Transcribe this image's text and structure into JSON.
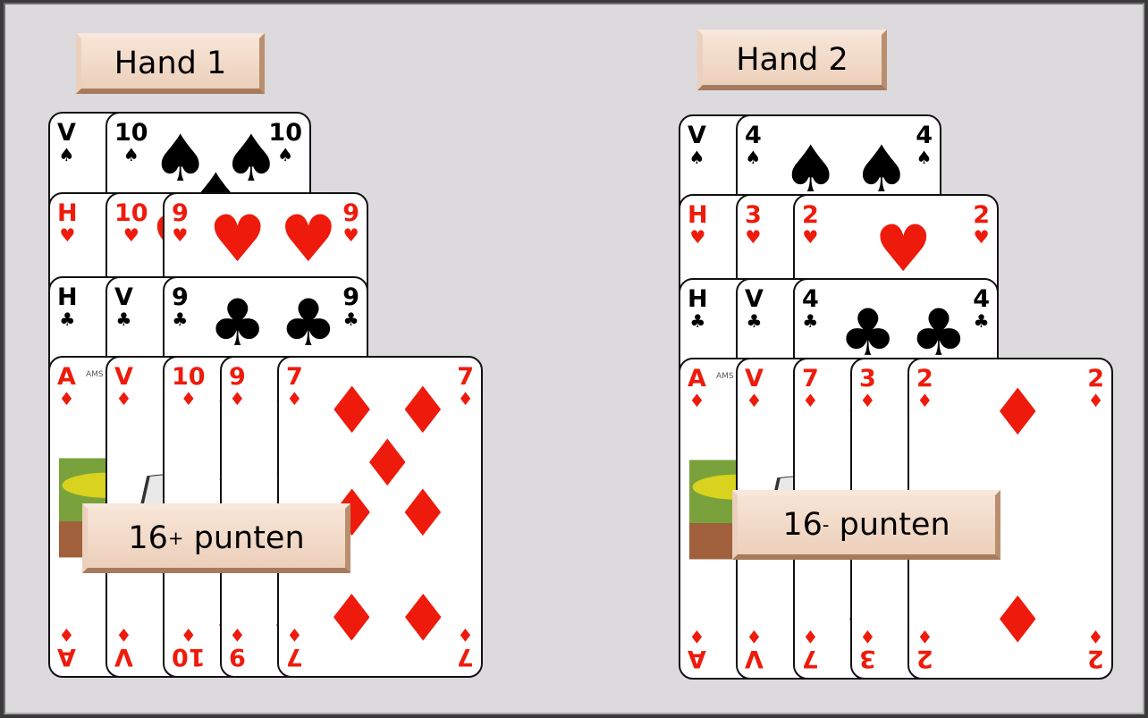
{
  "hands": [
    {
      "title": "Hand 1",
      "points_number": "16",
      "points_sign": "+",
      "points_word": "punten",
      "rows": [
        [
          {
            "rank": "V",
            "suit": "spades"
          },
          {
            "rank": "10",
            "suit": "spades"
          }
        ],
        [
          {
            "rank": "H",
            "suit": "hearts"
          },
          {
            "rank": "10",
            "suit": "hearts"
          },
          {
            "rank": "9",
            "suit": "hearts"
          }
        ],
        [
          {
            "rank": "H",
            "suit": "clubs"
          },
          {
            "rank": "V",
            "suit": "clubs"
          },
          {
            "rank": "9",
            "suit": "clubs"
          }
        ],
        [
          {
            "rank": "A",
            "suit": "diamonds"
          },
          {
            "rank": "V",
            "suit": "diamonds"
          },
          {
            "rank": "10",
            "suit": "diamonds"
          },
          {
            "rank": "9",
            "suit": "diamonds"
          },
          {
            "rank": "7",
            "suit": "diamonds"
          }
        ]
      ]
    },
    {
      "title": "Hand 2",
      "points_number": "16",
      "points_sign": "-",
      "points_word": "punten",
      "rows": [
        [
          {
            "rank": "V",
            "suit": "spades"
          },
          {
            "rank": "4",
            "suit": "spades"
          }
        ],
        [
          {
            "rank": "H",
            "suit": "hearts"
          },
          {
            "rank": "3",
            "suit": "hearts"
          },
          {
            "rank": "2",
            "suit": "hearts"
          }
        ],
        [
          {
            "rank": "H",
            "suit": "clubs"
          },
          {
            "rank": "V",
            "suit": "clubs"
          },
          {
            "rank": "4",
            "suit": "clubs"
          }
        ],
        [
          {
            "rank": "A",
            "suit": "diamonds"
          },
          {
            "rank": "V",
            "suit": "diamonds"
          },
          {
            "rank": "7",
            "suit": "diamonds"
          },
          {
            "rank": "3",
            "suit": "diamonds"
          },
          {
            "rank": "2",
            "suit": "diamonds"
          }
        ]
      ]
    }
  ],
  "colors": {
    "board": "#dcdadc",
    "red_suit": "#ee1b0c",
    "black_suit": "#000000",
    "label_bg": "#f2dccb"
  },
  "suit_symbols": {
    "spades": "♠",
    "hearts": "♥",
    "clubs": "♣",
    "diamonds": "♦"
  },
  "ace_card_text": "AMS"
}
